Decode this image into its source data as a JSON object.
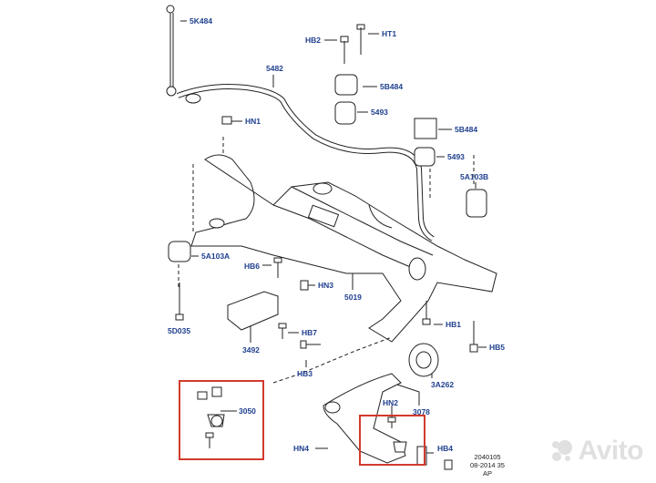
{
  "callouts": {
    "5k484_top": "5K484",
    "hb2": "HB2",
    "ht1": "HT1",
    "5482": "5482",
    "5b484_a": "5B484",
    "hn1": "HN1",
    "5493_a": "5493",
    "5b484_b": "5B484",
    "5493_b": "5493",
    "5a103b": "5A103B",
    "5a103a": "5A103A",
    "hb6": "HB6",
    "hn3": "HN3",
    "5019": "5019",
    "5d035": "5D035",
    "3492": "3492",
    "hb7": "HB7",
    "hb1": "HB1",
    "hb5": "HB5",
    "hb3": "HB3",
    "3a262": "3A262",
    "3050": "3050",
    "hn2": "HN2",
    "3078": "3078",
    "hn4": "HN4",
    "hb4": "HB4"
  },
  "footer": {
    "line1": "2040105",
    "line2": "08-2014 35",
    "line3": "AP"
  },
  "watermark": {
    "text": "Avito",
    "colors": [
      "#97cf26",
      "#0af",
      "#ff6163",
      "#965eeb"
    ]
  },
  "colors": {
    "callout_text": "#1f3f8f",
    "highlight": "#d23a2e",
    "line": "#222222"
  }
}
